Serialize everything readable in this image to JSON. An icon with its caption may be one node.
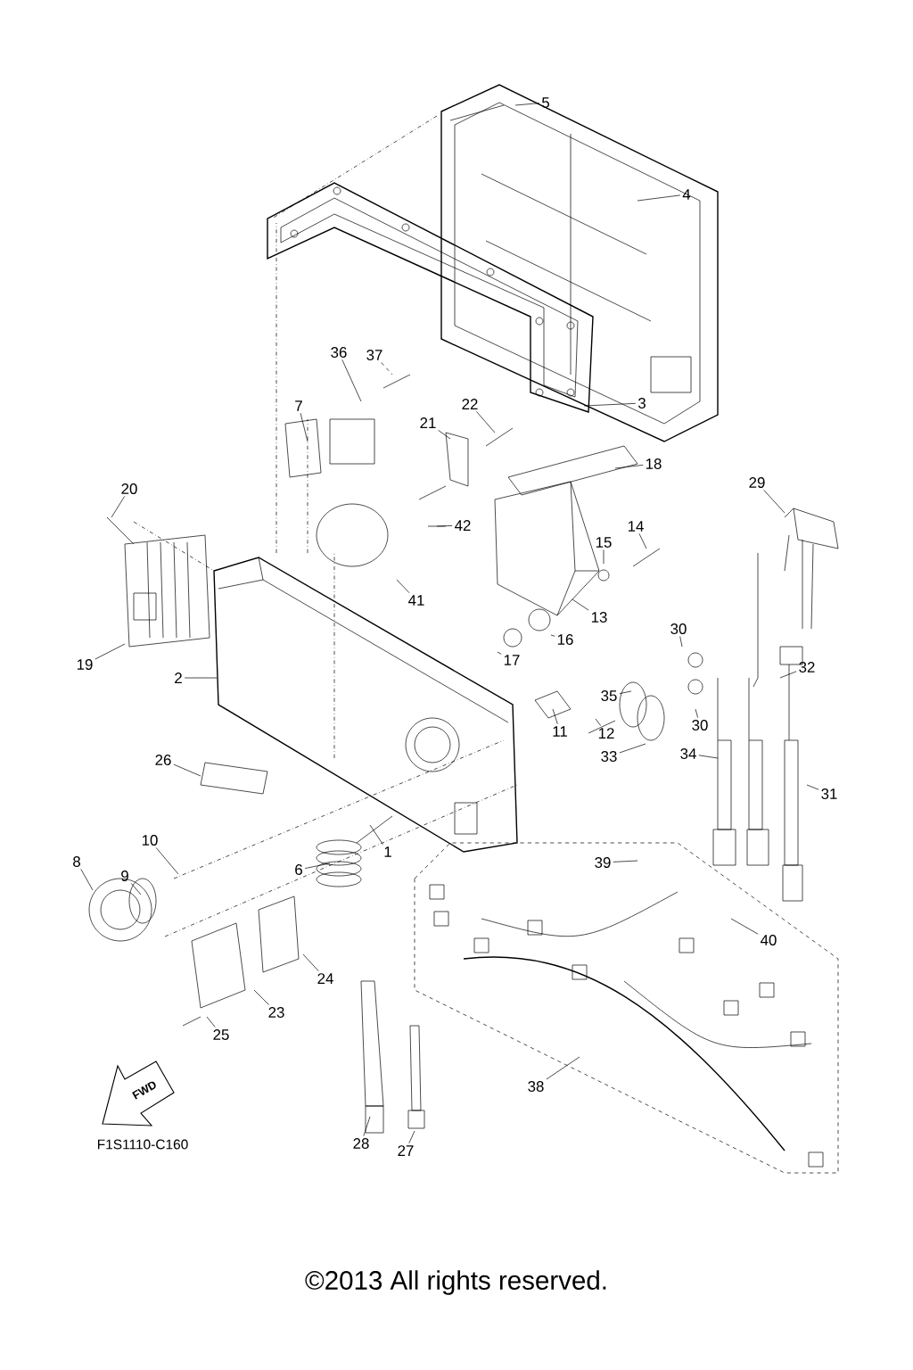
{
  "diagram": {
    "nodes": [
      {
        "text": [
          "1"
        ]
      },
      {
        "text": [
          "2"
        ]
      },
      {
        "text": [
          "3"
        ]
      },
      {
        "text": [
          "4"
        ]
      },
      {
        "text": [
          "5"
        ]
      },
      {
        "text": [
          "6"
        ]
      },
      {
        "text": [
          "7"
        ]
      },
      {
        "text": [
          "8"
        ]
      },
      {
        "text": [
          "9"
        ]
      },
      {
        "text": [
          "10"
        ]
      },
      {
        "text": [
          "11"
        ]
      },
      {
        "text": [
          "12"
        ]
      },
      {
        "text": [
          "13"
        ]
      },
      {
        "text": [
          "14"
        ]
      },
      {
        "text": [
          "15"
        ]
      },
      {
        "text": [
          "16"
        ]
      },
      {
        "text": [
          "17"
        ]
      },
      {
        "text": [
          "18"
        ]
      },
      {
        "text": [
          "19"
        ]
      },
      {
        "text": [
          "20"
        ]
      },
      {
        "text": [
          "21"
        ]
      },
      {
        "text": [
          "22"
        ]
      },
      {
        "text": [
          "23"
        ]
      },
      {
        "text": [
          "24"
        ]
      },
      {
        "text": [
          "25"
        ]
      },
      {
        "text": [
          "26"
        ]
      },
      {
        "text": [
          "27"
        ]
      },
      {
        "text": [
          "28"
        ]
      },
      {
        "text": [
          "29"
        ]
      },
      {
        "text": [
          "30"
        ]
      },
      {
        "text": [
          "30"
        ]
      },
      {
        "text": [
          "31"
        ]
      },
      {
        "text": [
          "32"
        ]
      },
      {
        "text": [
          "33"
        ]
      },
      {
        "text": [
          "34"
        ]
      },
      {
        "text": [
          "35"
        ]
      },
      {
        "text": [
          "36"
        ]
      },
      {
        "text": [
          "37"
        ]
      },
      {
        "text": [
          "38"
        ]
      },
      {
        "text": [
          "39"
        ]
      },
      {
        "text": [
          "40"
        ]
      },
      {
        "text": [
          "41"
        ]
      },
      {
        "text": [
          "42"
        ]
      }
    ],
    "edges": [
      {
        "from": 0,
        "to": null,
        "arrow": "none"
      },
      {
        "from": 1,
        "to": null,
        "arrow": "none"
      },
      {
        "from": 2,
        "to": null,
        "arrow": "none"
      },
      {
        "from": 3,
        "to": null,
        "arrow": "none"
      },
      {
        "from": 4,
        "to": null,
        "arrow": "none"
      },
      {
        "from": 5,
        "to": null,
        "arrow": "none"
      },
      {
        "from": 6,
        "to": null,
        "arrow": "none"
      },
      {
        "from": 7,
        "to": null,
        "arrow": "none"
      },
      {
        "from": 8,
        "to": null,
        "arrow": "none"
      },
      {
        "from": 9,
        "to": null,
        "arrow": "none"
      },
      {
        "from": 10,
        "to": null,
        "arrow": "none"
      },
      {
        "from": 11,
        "to": null,
        "arrow": "none"
      },
      {
        "from": 12,
        "to": null,
        "arrow": "none"
      },
      {
        "from": 13,
        "to": null,
        "arrow": "none"
      },
      {
        "from": 14,
        "to": null,
        "arrow": "none"
      },
      {
        "from": 15,
        "to": null,
        "arrow": "none"
      },
      {
        "from": 16,
        "to": null,
        "arrow": "none"
      },
      {
        "from": 17,
        "to": null,
        "arrow": "none"
      },
      {
        "from": 18,
        "to": null,
        "arrow": "none"
      },
      {
        "from": 19,
        "to": null,
        "arrow": "none"
      },
      {
        "from": 20,
        "to": null,
        "arrow": "none"
      },
      {
        "from": 21,
        "to": null,
        "arrow": "none"
      },
      {
        "from": 22,
        "to": null,
        "arrow": "none"
      },
      {
        "from": 23,
        "to": null,
        "arrow": "none"
      },
      {
        "from": 24,
        "to": null,
        "arrow": "none"
      },
      {
        "from": 25,
        "to": null,
        "arrow": "none"
      },
      {
        "from": 26,
        "to": null,
        "arrow": "none"
      },
      {
        "from": 27,
        "to": null,
        "arrow": "none"
      },
      {
        "from": 28,
        "to": null,
        "arrow": "none"
      },
      {
        "from": 29,
        "to": null,
        "arrow": "none"
      },
      {
        "from": 30,
        "to": null,
        "arrow": "none"
      },
      {
        "from": 31,
        "to": null,
        "arrow": "none"
      },
      {
        "from": 32,
        "to": null,
        "arrow": "none"
      },
      {
        "from": 33,
        "to": null,
        "arrow": "none"
      },
      {
        "from": 34,
        "to": null,
        "arrow": "none"
      },
      {
        "from": 35,
        "to": null,
        "arrow": "none"
      },
      {
        "from": 36,
        "to": null,
        "arrow": "none"
      },
      {
        "from": 37,
        "to": null,
        "arrow": "none",
        "style": "dashed"
      },
      {
        "from": 38,
        "to": null,
        "arrow": "none"
      },
      {
        "from": 39,
        "to": null,
        "arrow": "none"
      },
      {
        "from": 40,
        "to": null,
        "arrow": "none"
      },
      {
        "from": 41,
        "to": null,
        "arrow": "none"
      },
      {
        "from": 42,
        "to": null,
        "arrow": "none"
      }
    ],
    "labels": [
      "FWD",
      "F1S1110-C160",
      "©2013 All rights reserved."
    ]
  }
}
